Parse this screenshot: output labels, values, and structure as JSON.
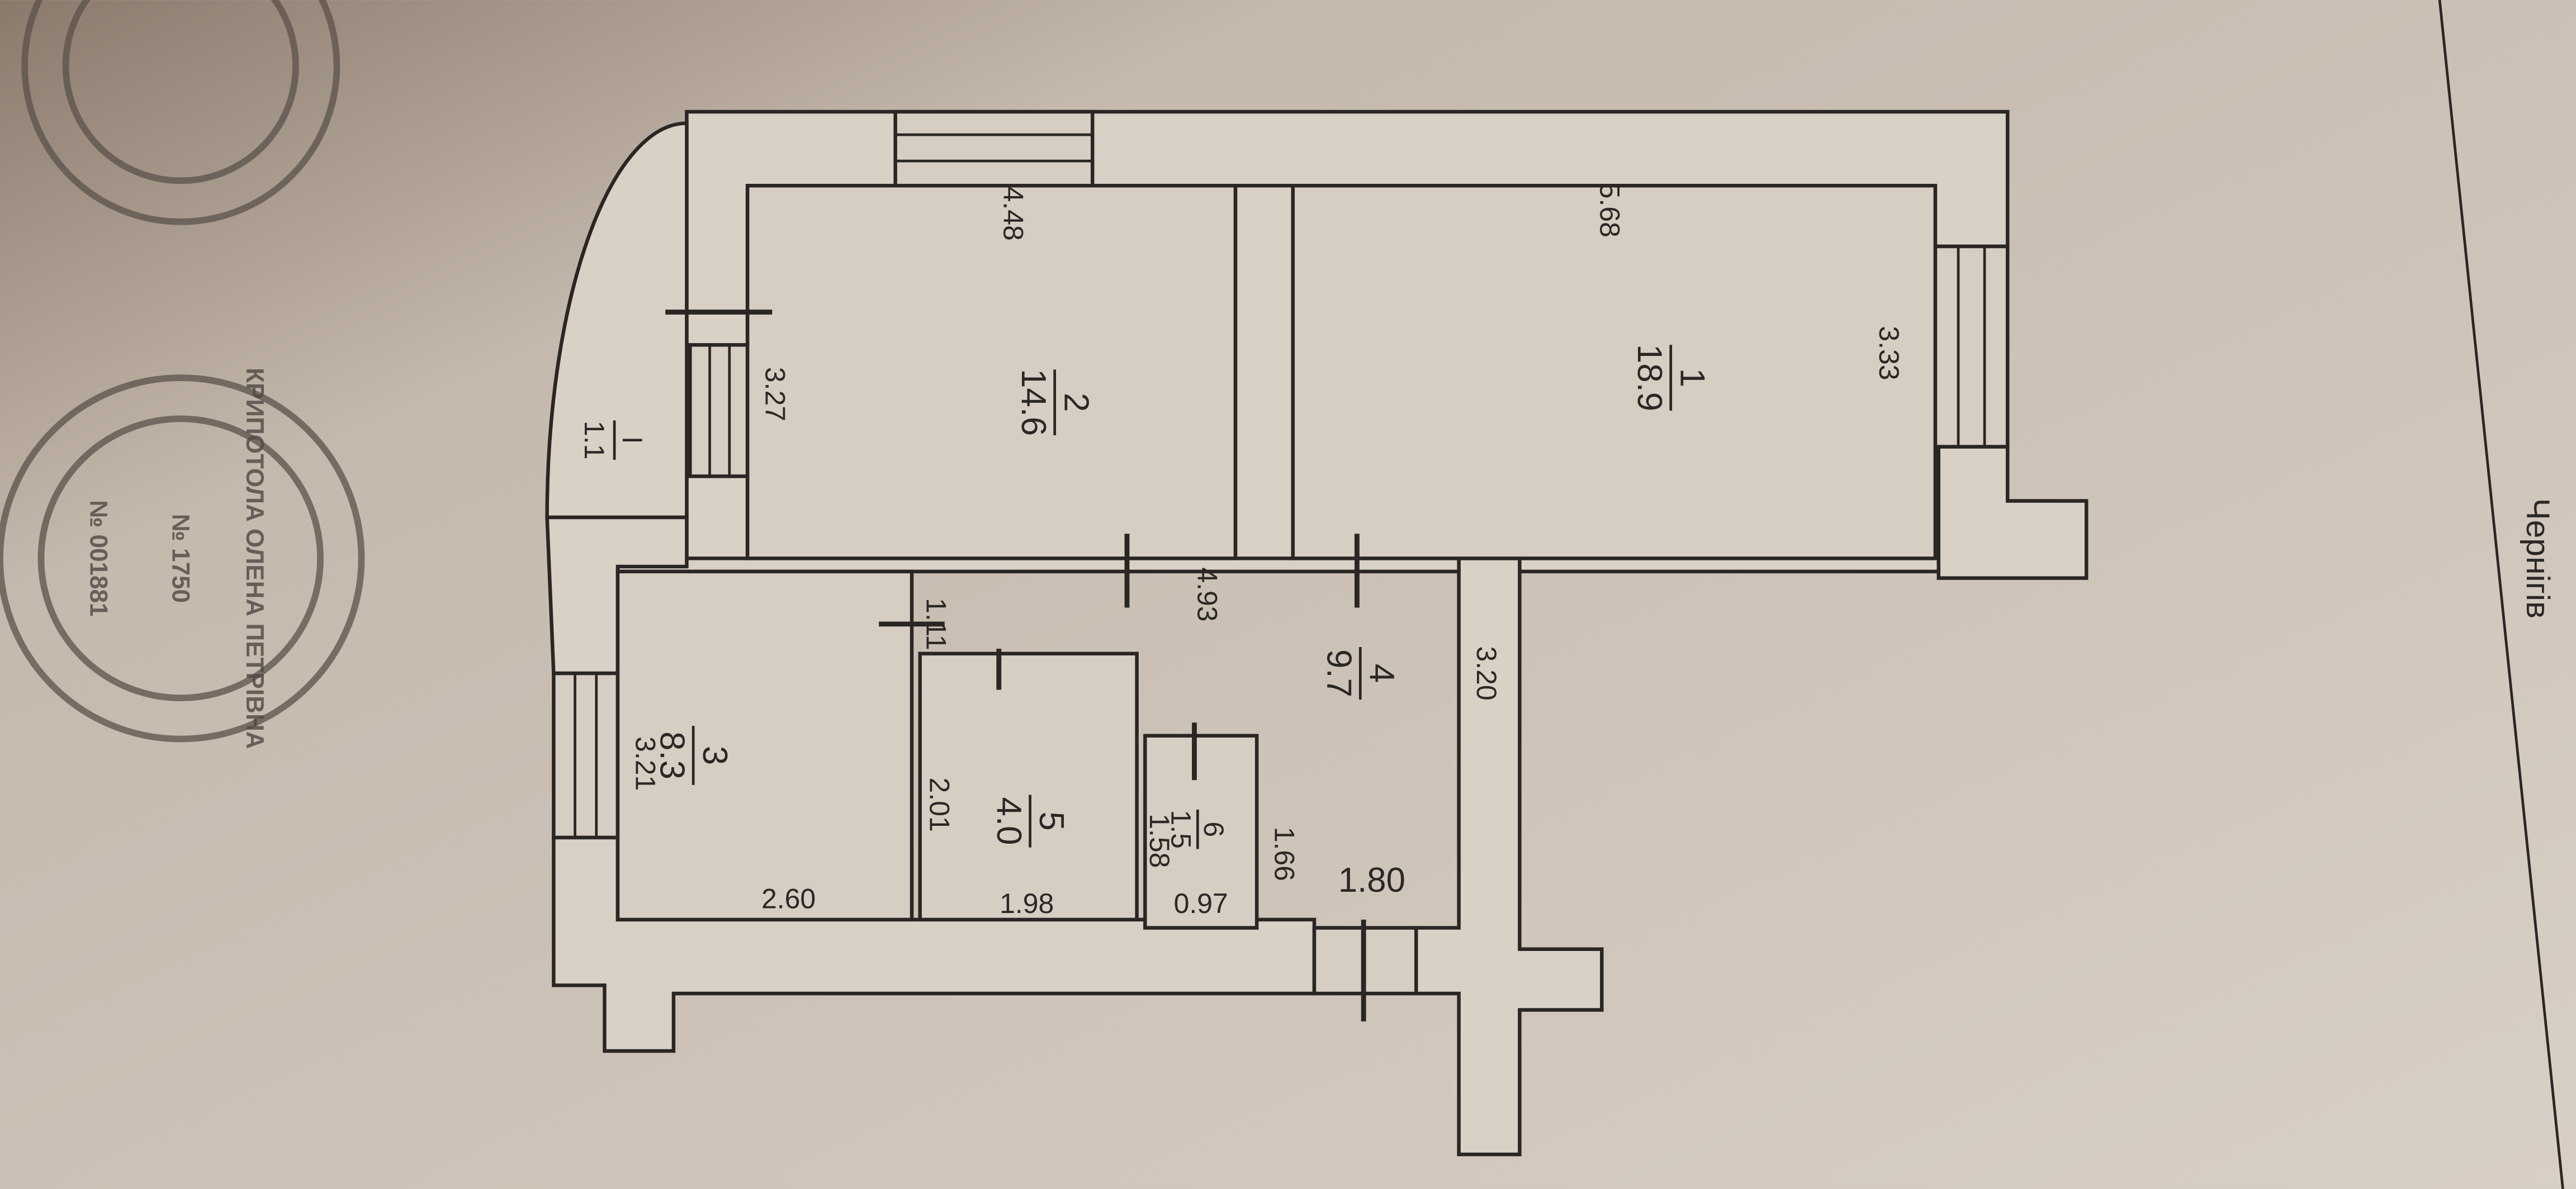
{
  "city": "Чернігів",
  "stamp": {
    "text": "КРИПОТОЛА ОЛЕНА ПЕТРІВНА",
    "number": "№ 001881",
    "cert": "№ 1750"
  },
  "rooms": [
    {
      "id": "1",
      "area": "18.9",
      "width": "5.68",
      "depth": "3.33"
    },
    {
      "id": "2",
      "area": "14.6",
      "width": "4.48",
      "depth": "3.27"
    },
    {
      "id": "3",
      "area": "8.3",
      "width": "2.60",
      "depth": "3.21"
    },
    {
      "id": "4",
      "area": "9.7",
      "width": "4.93",
      "depth": "3.20",
      "extra": "1.80",
      "door": "1.11"
    },
    {
      "id": "5",
      "area": "4.0",
      "width": "1.98",
      "depth": "2.01"
    },
    {
      "id": "6",
      "area": "1.5",
      "width": "0.97",
      "depth": "1.58",
      "extra": "1.66"
    },
    {
      "id": "I",
      "area": "1.1"
    }
  ]
}
